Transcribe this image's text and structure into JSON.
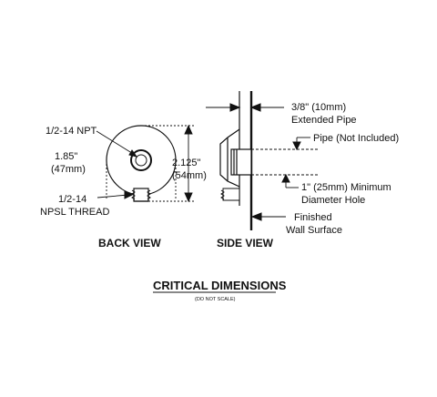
{
  "back_view": {
    "npt_label": "1/2-14 NPT",
    "width_dim": "1.85\"",
    "width_dim_mm": "(47mm)",
    "height_dim": "2.125\"",
    "height_dim_mm": "(54mm)",
    "thread_line1": "1/2-14",
    "thread_line2": "NPSL THREAD",
    "caption": "BACK VIEW"
  },
  "side_view": {
    "extended_line1": "3/8\" (10mm)",
    "extended_line2": "Extended Pipe",
    "pipe_label": "Pipe (Not Included)",
    "hole_line1": "1\" (25mm) Minimum",
    "hole_line2": "Diameter Hole",
    "wall_line1": "Finished",
    "wall_line2": "Wall Surface",
    "caption": "SIDE VIEW"
  },
  "footer": {
    "title": "CRITICAL DIMENSIONS",
    "note": "(DO NOT SCALE)"
  },
  "colors": {
    "ink": "#111111",
    "background": "#ffffff"
  }
}
